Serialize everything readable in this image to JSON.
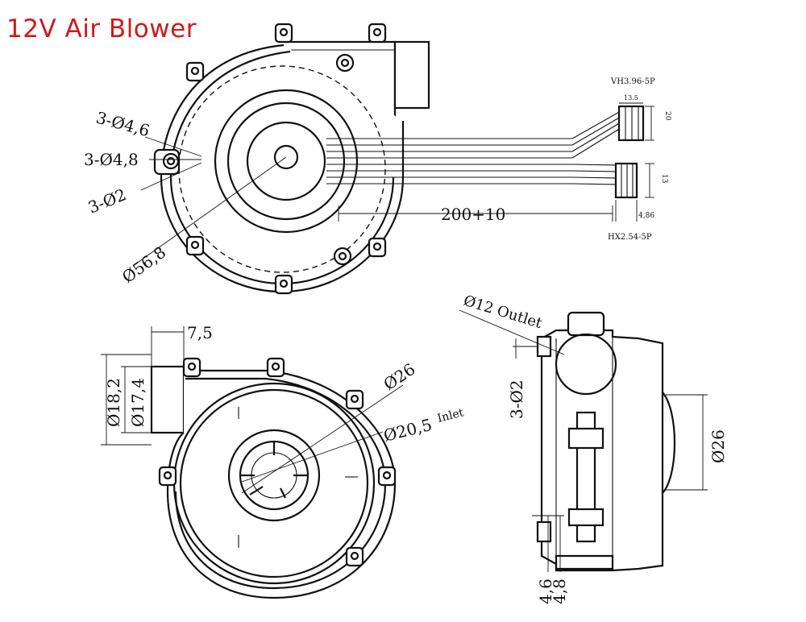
{
  "title": "12V Air Blower",
  "labels": {
    "hole_outer": "3-Ø4,6",
    "hole_mid": "3-Ø4,8",
    "hole_inner": "3-Ø2",
    "body_diameter": "Ø56,8",
    "cable_length": "200+10",
    "connector_top": "VH3.96-5P",
    "connector_bottom": "HX2.54-5P",
    "conn_width_top": "13.5",
    "conn_height_top": "20",
    "conn_height_bottom": "13",
    "conn_depth_bottom": "4,86",
    "outlet_offset": "7,5",
    "outlet_outer": "Ø18,2",
    "outlet_inner": "Ø17,4",
    "inlet_outer": "Ø26",
    "inlet_inner": "Ø20,5",
    "inlet_word": "Inlet",
    "outlet_side": "Ø12 Outlet",
    "side_holes": "3-Ø2",
    "side_diameter": "Ø26",
    "side_dim_a": "4,6",
    "side_dim_b": "4,8"
  }
}
